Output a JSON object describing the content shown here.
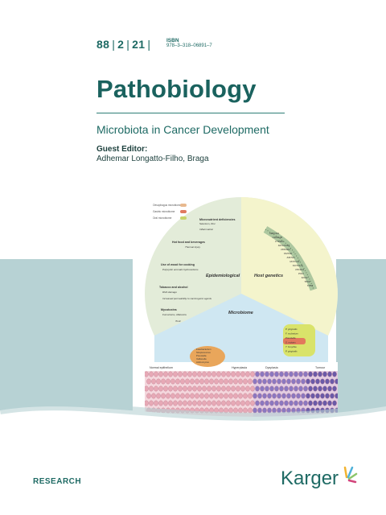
{
  "issue": {
    "volume": "88",
    "number": "2",
    "year": "21"
  },
  "isbn": {
    "label": "ISBN",
    "value": "978–3–318–06891–7"
  },
  "journal_title": "Pathobiology",
  "subtitle": "Microbiota in Cancer Development",
  "guest_editor": {
    "label": "Guest Editor:",
    "name": "Adhemar Longatto-Filho, Braga"
  },
  "figure": {
    "legend": [
      "Oesophagus microbiome",
      "Gastric microbiome",
      "Oral microbiome"
    ],
    "sections": {
      "epidemiological": "Epidemiological",
      "host_genetics": "Host genetics",
      "microbiome": "Microbiome"
    },
    "factors": [
      {
        "title": "Micronutrient deficiencies",
        "detail": "Selenium, Zinc",
        "note": "Inflammation"
      },
      {
        "title": "Hot food and beverages",
        "note": "Thermal injury"
      },
      {
        "title": "Use of wood for cooking",
        "note": "Polycyclic aromatic hydrocarbons"
      },
      {
        "title": "Tobacco and alcohol",
        "detail": "DNA damage",
        "note": "Increased permeability to carcinogenic agents"
      },
      {
        "title": "Mycotoxins",
        "detail": "Fumonisins, Aflatoxins",
        "note": "Toxic"
      }
    ],
    "genes": [
      "CDKN2A",
      "CDKN2B",
      "PTPRD",
      "FAT1/2/3/4",
      "PPP2R1",
      "KMT2D",
      "KMT2C",
      "NOTCH1",
      "NOTCH3",
      "PIK3CA",
      "PIK3",
      "SOX2",
      "TP63",
      "TP53"
    ],
    "bacteria_left": [
      "Fusobacterium",
      "Streptococcus",
      "Prevotella",
      "Veillonella",
      "Actinomyces"
    ],
    "bacteria_right": [
      "P. gingivalis",
      "F. nucleatum",
      "Prevotella",
      "S. mutans",
      "T. forsythia",
      "P. gingivalis"
    ],
    "stages": [
      "Normal epithelium",
      "Hyperplasia",
      "Dysplasia",
      "Tumour"
    ]
  },
  "section_label": "RESEARCH",
  "publisher": "Karger",
  "colors": {
    "brand": "#1e6a64",
    "band": "#b7d2d4",
    "epi": "#dde9d2",
    "gen": "#f3f3c8",
    "micro": "#cfe7f2"
  }
}
